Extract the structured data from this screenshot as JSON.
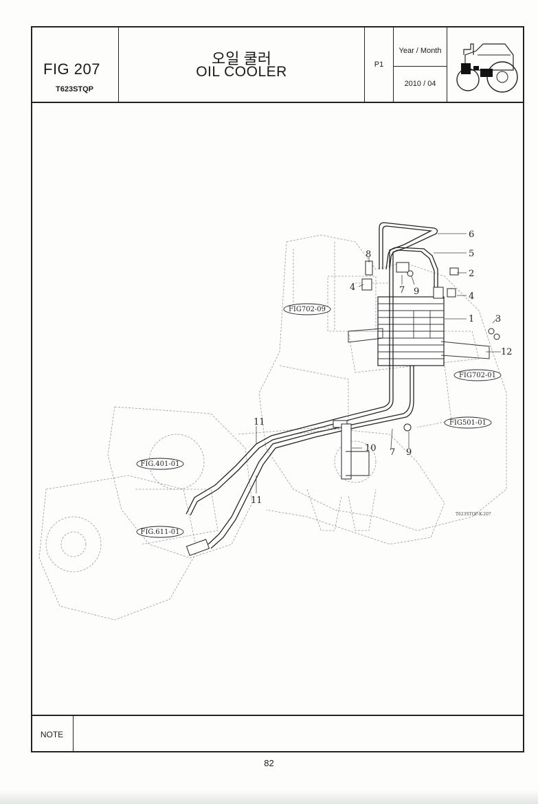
{
  "header": {
    "fig_number": "FIG 207",
    "model": "T623STQP",
    "title_korean": "오일 쿨러",
    "title_english": "OIL COOLER",
    "page": "P1",
    "date_label": "Year / Month",
    "date_value": "2010 / 04"
  },
  "diagram": {
    "callouts": [
      "6",
      "5",
      "2",
      "4",
      "1",
      "3",
      "12",
      "8",
      "4",
      "7",
      "9",
      "11",
      "10",
      "7",
      "9",
      "11"
    ],
    "references": [
      "FIG702-09",
      "FIG702-01",
      "FIG501-01",
      "FIG.401-01",
      "FIG.611-01"
    ],
    "drawing_code": "T623STQP-K-207"
  },
  "footer": {
    "note_label": "NOTE",
    "page_number": "82"
  }
}
